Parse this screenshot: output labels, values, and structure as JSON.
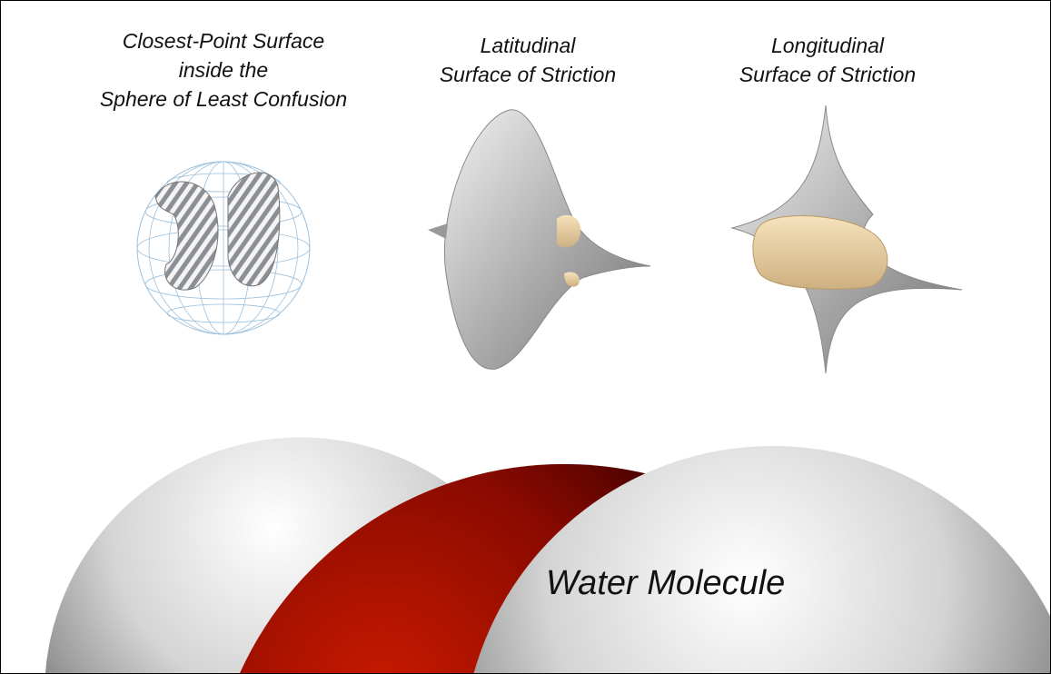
{
  "figures": [
    {
      "lines": [
        "Closest-Point Surface",
        "inside the",
        "Sphere of Least Confusion"
      ]
    },
    {
      "lines": [
        "Latitudinal",
        "Surface of Striction"
      ]
    },
    {
      "lines": [
        "Longitudinal",
        "Surface of Striction"
      ]
    }
  ],
  "molecule": {
    "label": "Water Molecule"
  },
  "colors": {
    "oxygen": "#b01000",
    "hydrogen": "#d8d8d8",
    "striction": "#ecd3a4",
    "surface": "#b8b8b8",
    "grid": "#8fb6d6"
  }
}
